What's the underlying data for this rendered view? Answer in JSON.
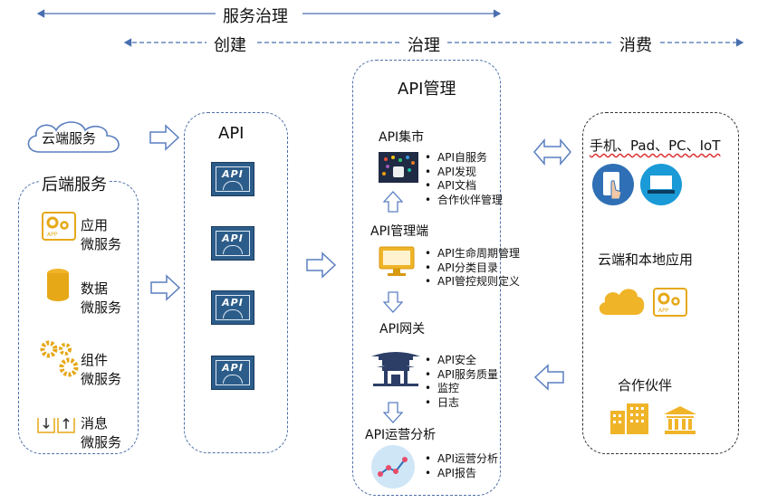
{
  "top": {
    "governance": "服务治理",
    "create": "创建",
    "govern": "治理",
    "consume": "消费"
  },
  "left": {
    "cloud_service": "云端服务",
    "backend_title": "后端服务",
    "items": [
      {
        "icon": "app-gear-icon",
        "line1": "应用",
        "line2": "微服务"
      },
      {
        "icon": "database-icon",
        "line1": "数据",
        "line2": "微服务"
      },
      {
        "icon": "gears-icon",
        "line1": "组件",
        "line2": "微服务"
      },
      {
        "icon": "message-icon",
        "line1": "消息",
        "line2": "微服务"
      }
    ]
  },
  "api_column": {
    "title": "API",
    "tiles": [
      "API",
      "API",
      "API",
      "API"
    ]
  },
  "mgmt": {
    "title": "API管理",
    "sections": [
      {
        "title": "API集市",
        "icon": "marketplace-icon",
        "bullets": [
          "API自服务",
          "API发现",
          "API文档",
          "合作伙伴管理"
        ]
      },
      {
        "title": "API管理端",
        "icon": "monitor-icon",
        "bullets": [
          "API生命周期管理",
          "API分类目录",
          "API管控规则定义"
        ]
      },
      {
        "title": "API网关",
        "icon": "gateway-building-icon",
        "bullets": [
          "API安全",
          "API服务质量",
          "监控",
          "日志"
        ]
      },
      {
        "title": "API运营分析",
        "icon": "analytics-icon",
        "bullets": [
          "API运营分析",
          "API报告"
        ]
      }
    ]
  },
  "right": {
    "devices_title": "手机、Pad、PC、IoT",
    "cloud_local_title": "云端和本地应用",
    "partner_title": "合作伙伴"
  },
  "colors": {
    "accent_blue": "#2c5d8a",
    "gold": "#e6a817",
    "dash_blue": "#4d6fa8",
    "arrow_blue": "#4a6fb0"
  }
}
